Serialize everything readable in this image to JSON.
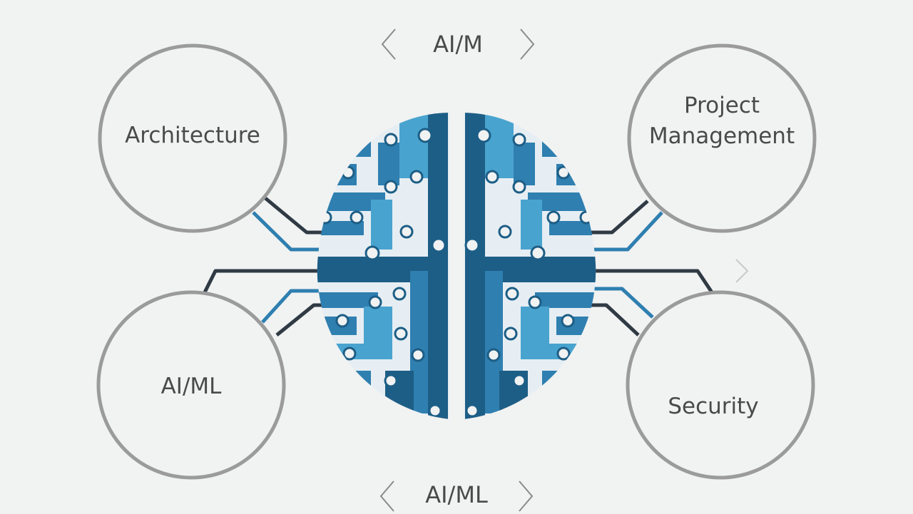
{
  "top_nav": {
    "label": "AI/M"
  },
  "bottom_nav": {
    "label": "AI/ML"
  },
  "nodes": {
    "architecture": "Architecture",
    "project_management_line1": "Project",
    "project_management_line2": "Management",
    "aiml": "AI/ML",
    "security": "Security"
  },
  "colors": {
    "background": "#f1f2f2",
    "circle_stroke": "#9b9b9b",
    "text": "#4a4a4a",
    "circuit_dark": "#1d5e86",
    "circuit_mid": "#2f7fb0",
    "circuit_light": "#49a3cf",
    "connector_dark": "#2f3a44"
  },
  "icons": {
    "prev": "chevron-left-icon",
    "next": "chevron-right-icon",
    "brain": "circuit-brain-icon"
  }
}
